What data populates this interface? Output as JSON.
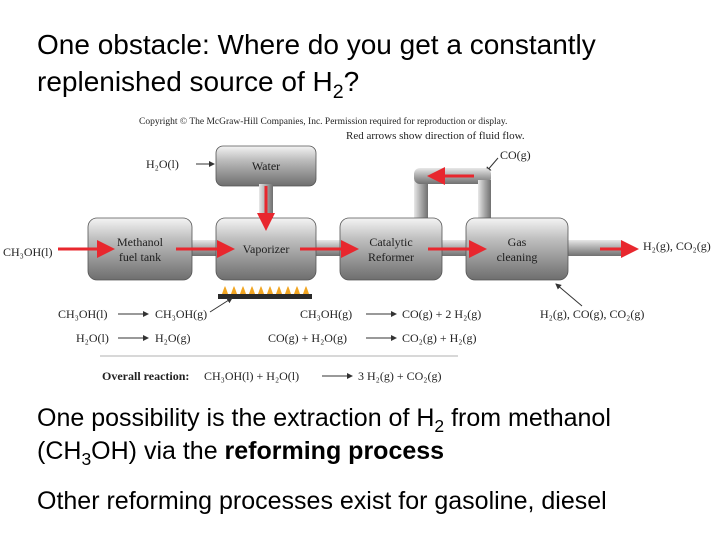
{
  "slide": {
    "title_main": "One obstacle: Where do you get a constantly replenished source of H",
    "title_sub": "2",
    "title_end": "?",
    "para1": {
      "t1": "One possibility is the extraction of H",
      "s1": "2",
      "t2": " from methanol (CH",
      "s2": "3",
      "t3": "OH) via the ",
      "bold": "reforming process"
    },
    "para2": "Other reforming processes exist for gasoline, diesel"
  },
  "figure": {
    "copyright": "Copyright © The McGraw-Hill Companies, Inc. Permission required for reproduction or display.",
    "arrow_note": "Red arrows show direction of fluid flow.",
    "units": {
      "water": "Water",
      "tank": [
        "Methanol",
        "fuel tank"
      ],
      "vaporizer": "Vaporizer",
      "reformer": [
        "Catalytic",
        "Reformer"
      ],
      "cleaning": [
        "Gas",
        "cleaning"
      ]
    },
    "inputs": {
      "h2o": "H₂O(l)",
      "ch3oh": "CH₃OH(l)",
      "co": "CO(g)"
    },
    "output": "H₂(g), CO₂(g)",
    "reactions": {
      "row1": [
        "CH₃OH(l)",
        "CH₃OH(g)",
        "CH₃OH(g)",
        "CO(g) + 2 H₂(g)",
        "H₂(g), CO(g), CO₂(g)"
      ],
      "row2": [
        "H₂O(l)",
        "H₂O(g)",
        "CO(g) + H₂O(g)",
        "CO₂(g) + H₂(g)"
      ]
    },
    "overall": {
      "label": "Overall reaction:",
      "lhs": "CH₃OH(l) + H₂O(l)",
      "rhs": "3 H₂(g) + CO₂(g)"
    }
  }
}
